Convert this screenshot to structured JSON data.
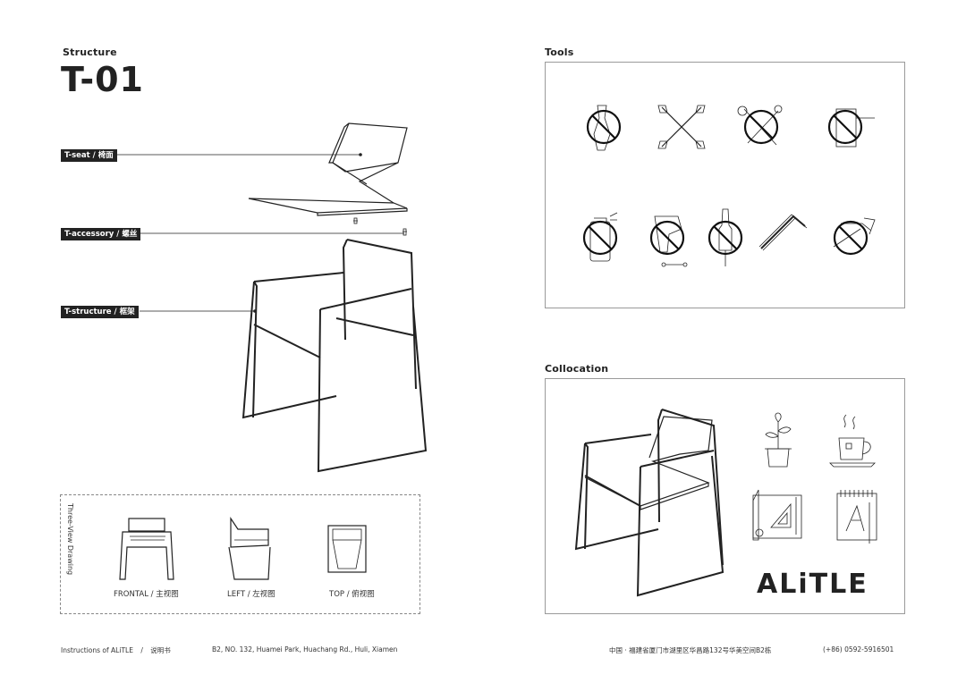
{
  "structure": {
    "section_label": "Structure",
    "model": "T-01",
    "parts": [
      {
        "label": "T-seat / 椅面"
      },
      {
        "label": "T-accessory / 螺丝"
      },
      {
        "label": "T-structure / 框架"
      }
    ]
  },
  "three_view": {
    "heading": "Three-View Drawing",
    "views": [
      {
        "caption": "FRONTAL / 主视图"
      },
      {
        "caption": "LEFT / 左视图"
      },
      {
        "caption": "TOP / 俯视图"
      }
    ]
  },
  "tools": {
    "section_label": "Tools",
    "icons": [
      "prohibited-wrench-icon",
      "crossed-screwdrivers-icon",
      "prohibited-tools-icon",
      "prohibited-box-icon",
      "prohibited-spray-icon",
      "prohibited-drill-icon",
      "prohibited-screwdriver-icon",
      "allen-key-icon",
      "prohibited-hammer-icon"
    ]
  },
  "collocation": {
    "section_label": "Collocation",
    "brand": "ALiTLE",
    "icons": [
      "plant-icon",
      "tea-cup-icon",
      "drafting-tools-icon",
      "sketchbook-icon"
    ]
  },
  "footer": {
    "left_title": "Instructions of ALiTLE",
    "separator": "/",
    "left_cn": "说明书",
    "address_en": "B2, NO. 132, Huamei Park, Huachang Rd., Huli, Xiamen",
    "address_cn": "中国 · 福建省厦门市湖里区华昌路132号华美空间B2栋",
    "phone": "(+86) 0592-5916501"
  },
  "colors": {
    "ink": "#222222",
    "frame": "#9a9a9a",
    "background": "#ffffff"
  }
}
